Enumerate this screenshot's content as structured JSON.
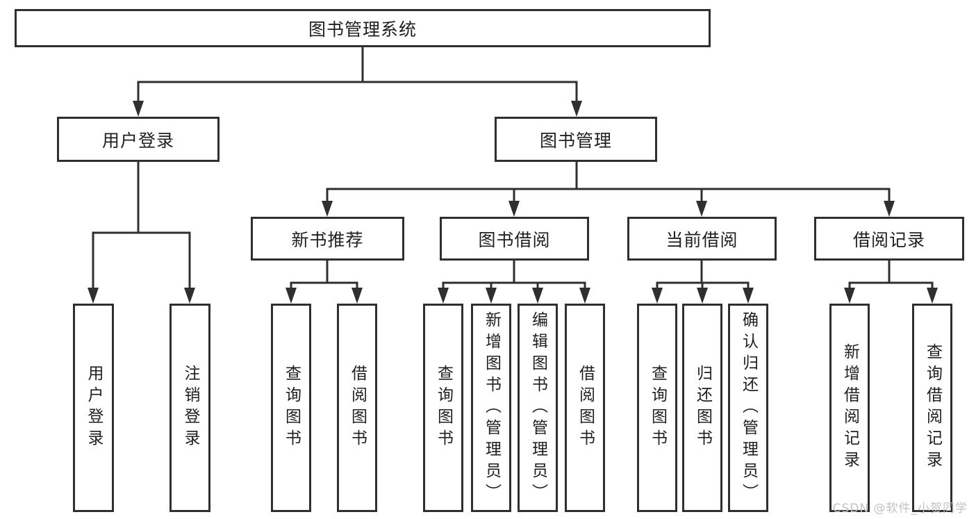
{
  "diagram_title": "图书管理系统",
  "tree": {
    "root": {
      "label": "图书管理系统",
      "children": [
        {
          "label": "用户登录",
          "children": [
            {
              "label": "用户登录"
            },
            {
              "label": "注销登录"
            }
          ]
        },
        {
          "label": "图书管理",
          "children": [
            {
              "label": "新书推荐",
              "children": [
                {
                  "label": "查询图书"
                },
                {
                  "label": "借阅图书"
                }
              ]
            },
            {
              "label": "图书借阅",
              "children": [
                {
                  "label": "查询图书"
                },
                {
                  "label": "新增图书（管理员）"
                },
                {
                  "label": "编辑图书（管理员）"
                },
                {
                  "label": "借阅图书"
                }
              ]
            },
            {
              "label": "当前借阅",
              "children": [
                {
                  "label": "查询图书"
                },
                {
                  "label": "归还图书"
                },
                {
                  "label": "确认归还（管理员）"
                }
              ]
            },
            {
              "label": "借阅记录",
              "children": [
                {
                  "label": "新增借阅记录"
                },
                {
                  "label": "查询借阅记录"
                }
              ]
            }
          ]
        }
      ]
    }
  },
  "watermark": {
    "text": "CSDN @软件_小贺同学"
  },
  "colors": {
    "line": "#2f2f2f",
    "box_border": "#2f2f2f",
    "text": "#1f1f1f",
    "watermark": "#c2c2c2",
    "background": "#ffffff"
  }
}
